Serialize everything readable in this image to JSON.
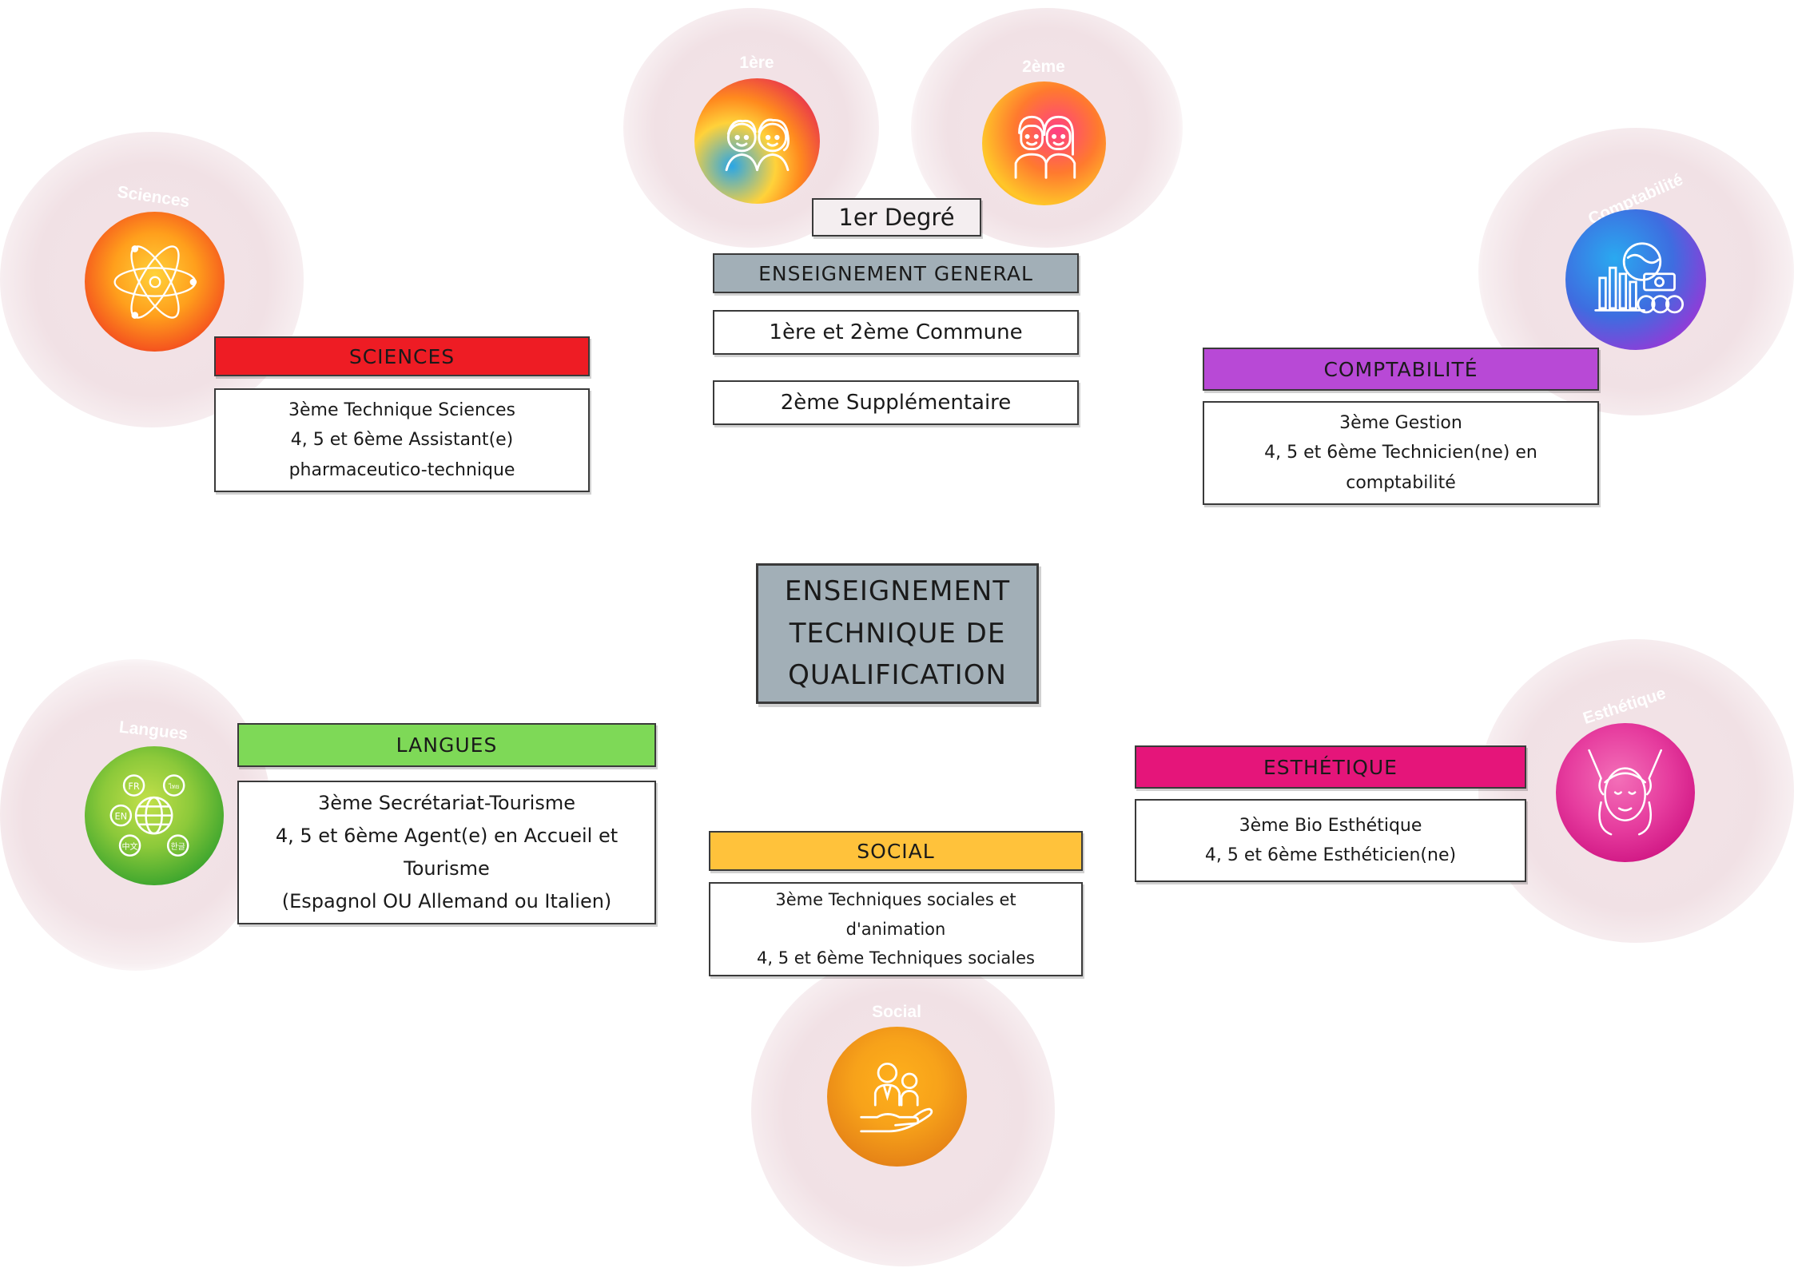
{
  "center": {
    "lines": [
      "ENSEIGNEMENT",
      "TECHNIQUE DE",
      "QUALIFICATION"
    ]
  },
  "degree": {
    "label": "1er Degré",
    "general_header": "ENSEIGNEMENT GENERAL",
    "commune": "1ère et 2ème Commune",
    "supplementaire": "2ème Supplémentaire"
  },
  "icons": {
    "premiere": {
      "label": "1ère",
      "icon": "children-icon"
    },
    "deuxieme": {
      "label": "2ème",
      "icon": "teens-icon"
    },
    "sciences": {
      "label": "Sciences",
      "icon": "atom-icon"
    },
    "comptabilite": {
      "label": "Comptabilité",
      "icon": "finance-icon"
    },
    "langues": {
      "label": "Langues",
      "icon": "languages-globe-icon",
      "tags": [
        "FR",
        "ไทย",
        "EN",
        "中文",
        "한글"
      ]
    },
    "esthetique": {
      "label": "Esthétique",
      "icon": "face-care-icon"
    },
    "social": {
      "label": "Social",
      "icon": "helping-hand-icon"
    }
  },
  "sections": {
    "sciences": {
      "header": "SCIENCES",
      "color": "#ee1c24",
      "lines": [
        "3ème Technique Sciences",
        "4, 5 et 6ème Assistant(e)",
        "pharmaceutico-technique"
      ]
    },
    "comptabilite": {
      "header": "COMPTABILITÉ",
      "color": "#b849d6",
      "lines": [
        "3ème Gestion",
        "4, 5 et 6ème Technicien(ne) en",
        "comptabilité"
      ]
    },
    "langues": {
      "header": "LANGUES",
      "color": "#7ed957",
      "lines": [
        "3ème Secrétariat-Tourisme",
        "4, 5 et 6ème Agent(e) en Accueil et",
        "Tourisme",
        "(Espagnol OU Allemand ou Italien)"
      ]
    },
    "esthetique": {
      "header": "ESTHÉTIQUE",
      "color": "#e5157a",
      "lines": [
        "3ème Bio Esthétique",
        "4, 5 et 6ème Esthéticien(ne)"
      ]
    },
    "social": {
      "header": "SOCIAL",
      "color": "#ffc23b",
      "lines": [
        "3ème Techniques sociales et",
        "d'animation",
        "4, 5 et 6ème Techniques sociales"
      ]
    }
  },
  "colors": {
    "center_fill": "#a2afb7",
    "blob": "#f2e3e7",
    "border": "#3a3a3a"
  }
}
